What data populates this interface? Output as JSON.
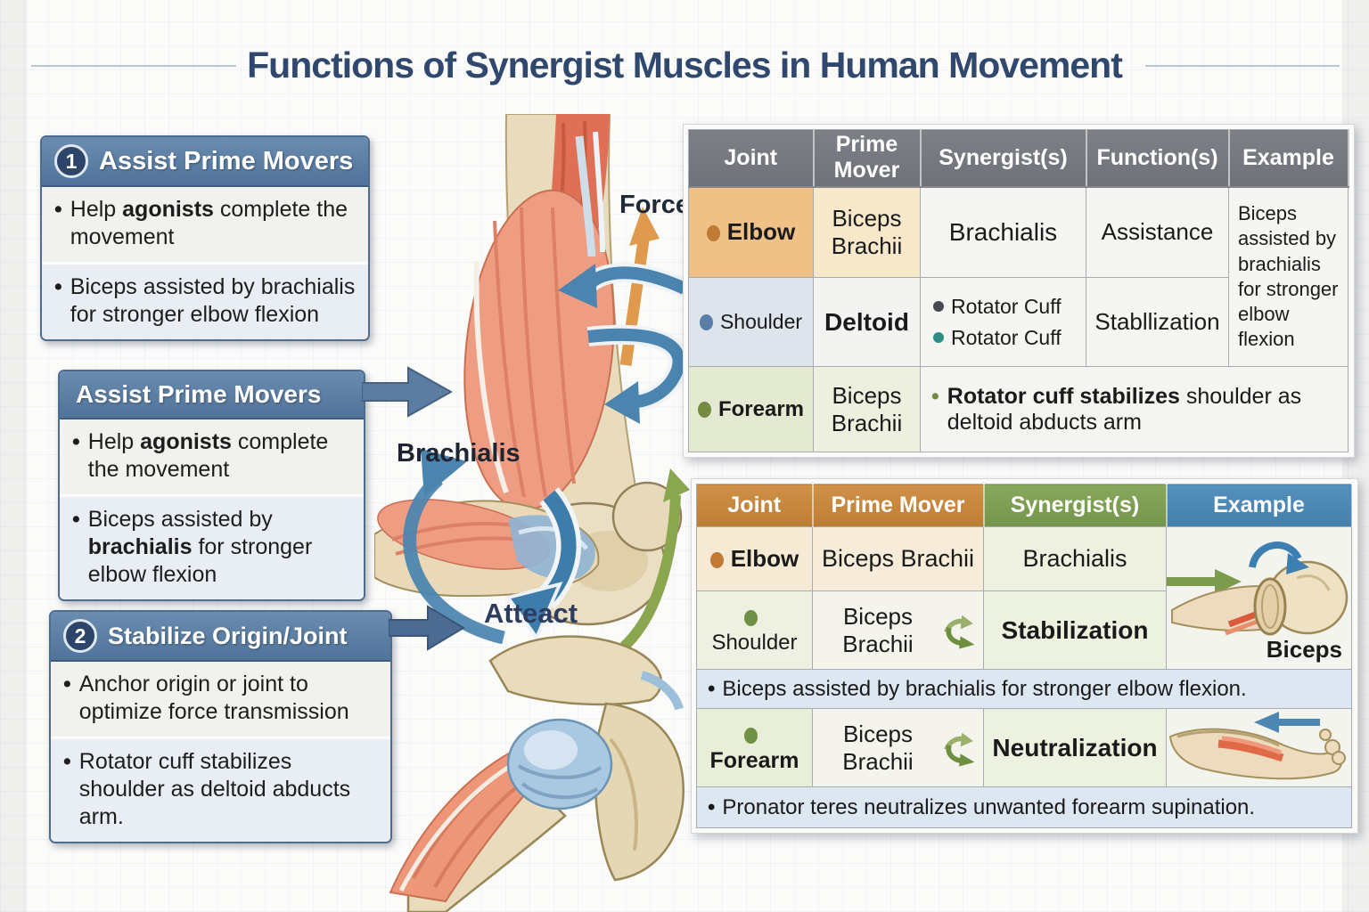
{
  "title": "Functions of Synergist Muscles in Human Movement",
  "center_labels": {
    "force": "Force",
    "brachialis": "Brachialis",
    "attach": "Atteact"
  },
  "left_boxes": [
    {
      "number": "1",
      "header": "Assist Prime Movers",
      "bullets": [
        {
          "pre": "Help ",
          "bold": "agonists",
          "post": " complete the movement"
        },
        {
          "pre": "Biceps assisted by brachialis for stronger elbow flexion",
          "bold": "",
          "post": ""
        }
      ]
    },
    {
      "number": "",
      "header": "Assist Prime Movers",
      "bullets": [
        {
          "pre": "Help ",
          "bold": "agonists",
          "post": " complete the movement"
        },
        {
          "pre": "Biceps assisted by ",
          "bold": "brachialis",
          "post": " for stronger elbow flexion"
        }
      ]
    },
    {
      "number": "2",
      "header": "Stabilize Origin/Joint",
      "bullets": [
        {
          "pre": "Anchor origin or joint to optimize force transmission",
          "bold": "",
          "post": ""
        },
        {
          "pre": "Rotator cuff stabilizes shoulder as deltoid abducts arm.",
          "bold": "",
          "post": ""
        }
      ]
    }
  ],
  "table1": {
    "headers": [
      "Joint",
      "Prime Mover",
      "Synergist(s)",
      "Function(s)",
      "Example"
    ],
    "rows": [
      {
        "joint": "Elbow",
        "prime_mover": "Biceps Brachii",
        "synergist": "Brachialis",
        "function": "Assistance"
      },
      {
        "joint": "Shoulder",
        "prime_mover": "Deltoid",
        "synergists": [
          "Rotator Cuff",
          "Rotator Cuff"
        ],
        "function": "Stabllization"
      },
      {
        "joint": "Forearm",
        "prime_mover": "Biceps Brachii",
        "note_bold": "Rotator cuff stabilizes",
        "note_rest": " shoulder as deltoid abducts arm"
      }
    ],
    "example_merged": "Biceps assisted by brachialis for stronger elbow flexion"
  },
  "table2": {
    "headers": [
      "Joint",
      "Prime Mover",
      "Synergist(s)",
      "Example"
    ],
    "rows": [
      {
        "joint": "Elbow",
        "prime_mover": "Biceps Brachii",
        "synergist": "Brachialis"
      },
      {
        "joint": "Shoulder",
        "prime_mover": "Biceps Brachii",
        "synergist": "Stabilization"
      },
      {
        "joint": "Forearm",
        "prime_mover": "Biceps Brachii",
        "synergist": "Neutralization"
      }
    ],
    "notes": [
      "Biceps assisted by brachialis for stronger elbow flexion.",
      "Pronator teres neutralizes unwanted forearm supination."
    ],
    "example_label": "Biceps"
  },
  "colors": {
    "title_navy": "#30486e",
    "box_header_blue": "#5a7ca2",
    "badge_navy": "#2c4568",
    "table1_header_gray": "#77797f",
    "t1_elbow_cell": "#f0c186",
    "t1_elbow_dot": "#bf7a33",
    "t1_shoulder_cell": "#dde4eb",
    "t1_shoulder_dot": "#5b7ea8",
    "t1_forearm_cell": "#e4ead2",
    "t1_forearm_dot": "#768b41",
    "t1_synergist_dot_dark": "#474a52",
    "t1_synergist_dot_teal": "#2f8e85",
    "t2_header_orange": "#c6863c",
    "t2_header_green": "#7d9e50",
    "t2_header_blue": "#4c86b2",
    "note_row_blue": "#dce7f1",
    "arrow_steel_blue": "#5b7da1",
    "arrow_green": "#7d9b4c",
    "arrow_orange": "#e09a4e",
    "muscle_salmon": "#ef9d82",
    "bone_tan": "#e9dcbc"
  }
}
